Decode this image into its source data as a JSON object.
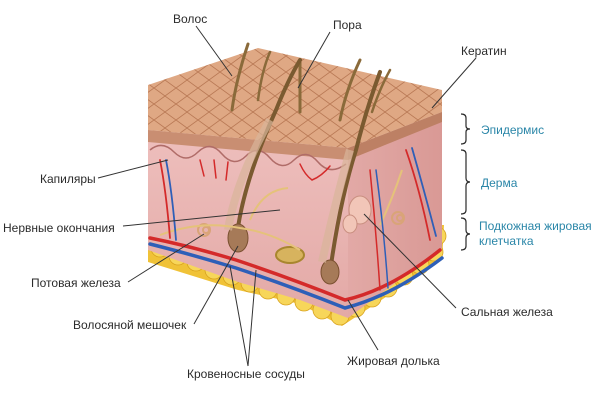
{
  "labels": {
    "hair": "Волос",
    "pore": "Пора",
    "keratin": "Кератин",
    "capillaries": "Капиляры",
    "nerve_endings": "Нервные окончания",
    "sweat_gland": "Потовая железа",
    "hair_follicle": "Волосяной мешочек",
    "blood_vessels": "Кровеносные сосуды",
    "fat_lobule": "Жировая долька",
    "sebaceous_gland": "Сальная железа"
  },
  "layers": {
    "epidermis": "Эпидермис",
    "dermis": "Дерма",
    "subcutaneous_1": "Подкожная жировая",
    "subcutaneous_2": "клетчатка"
  },
  "colors": {
    "epidermis": "#d8a07c",
    "dermis": "#e9b7b4",
    "fat": "#f0c237",
    "artery": "#d42a2a",
    "vein": "#2e5fb8",
    "layer_text": "#2a86a8",
    "label_text": "#2b2b2b"
  }
}
